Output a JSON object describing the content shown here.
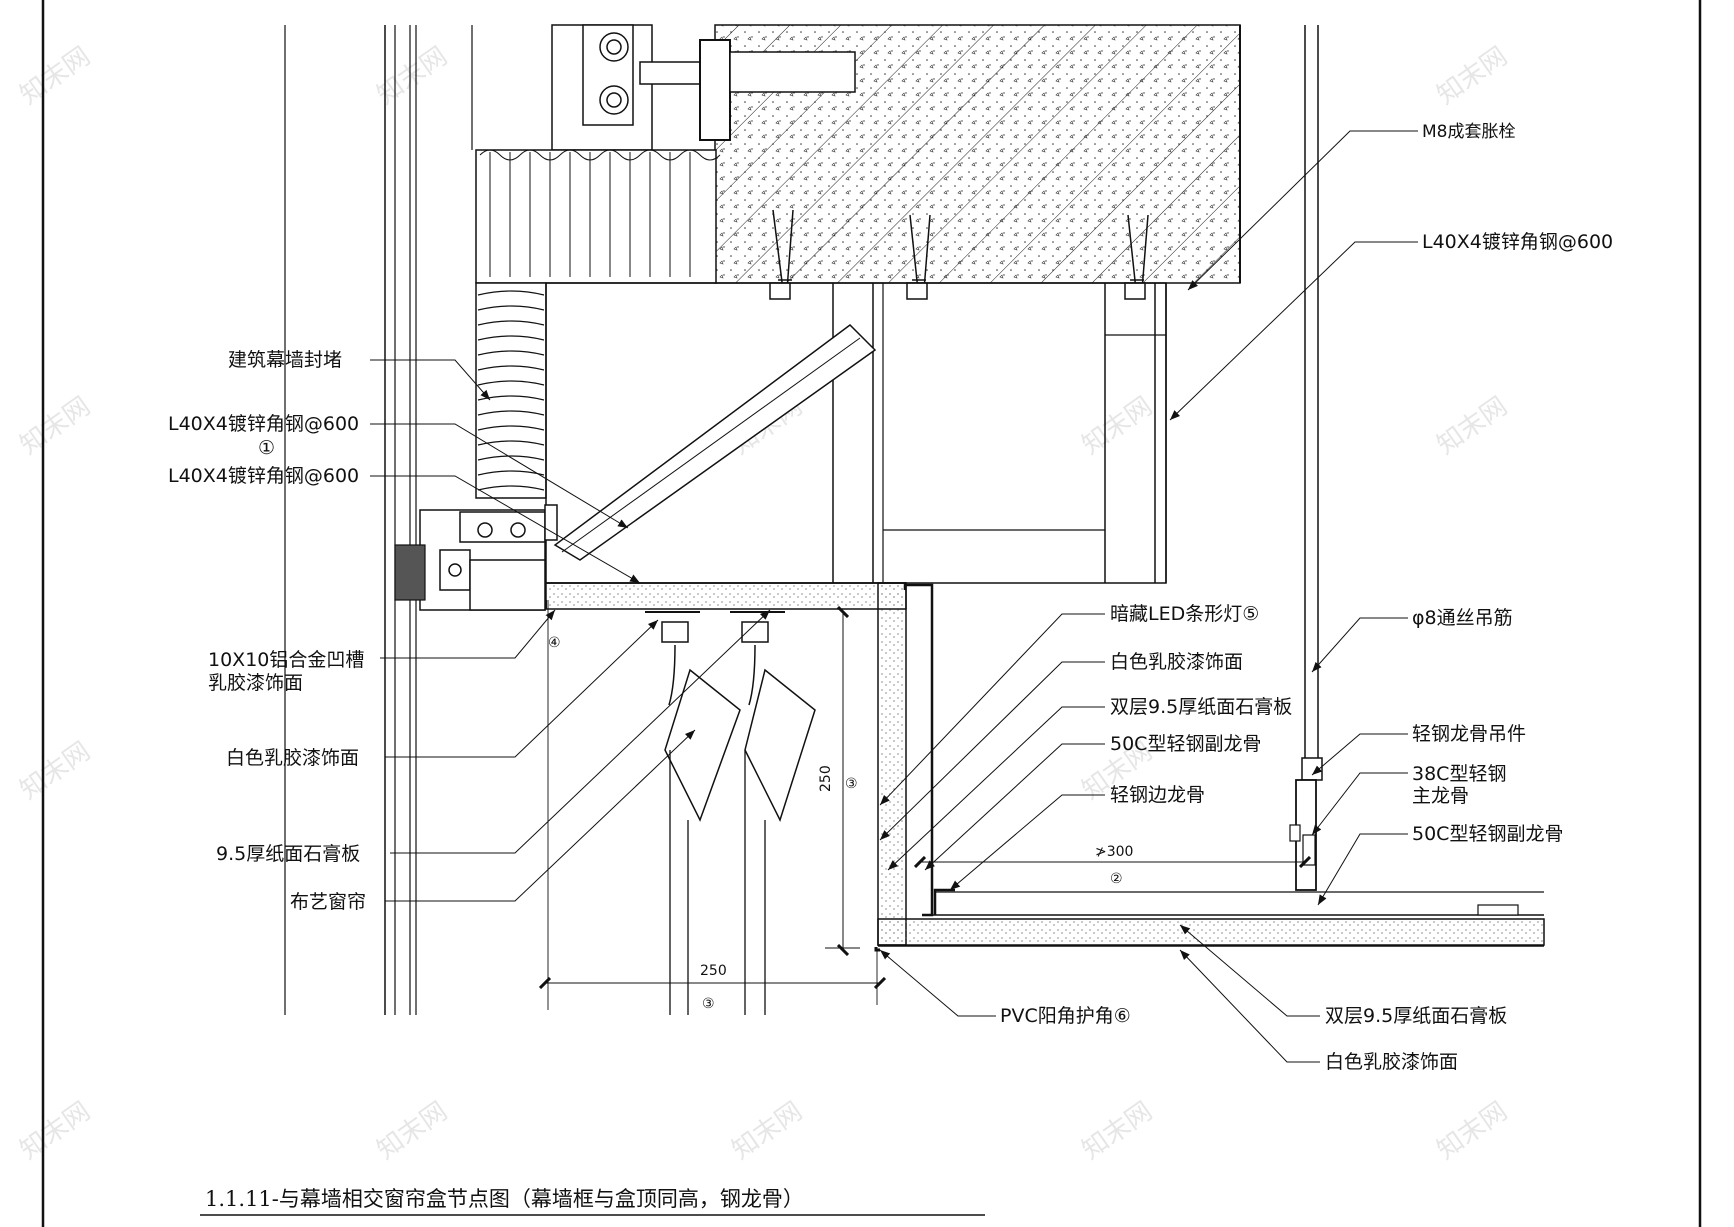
{
  "diagram": {
    "title": "1.1.11-与幕墙相交窗帘盒节点图（幕墙框与盒顶同高，钢龙骨）",
    "labels_left": {
      "seal": "建筑幕墙封堵",
      "angle_steel_1": "L40X4镀锌角钢@600",
      "angle_steel_1_ref": "①",
      "angle_steel_2": "L40X4镀锌角钢@600",
      "aluminum_groove": "10X10铝合金凹槽",
      "latex_finish_1": "乳胶漆饰面",
      "white_latex_left": "白色乳胶漆饰面",
      "gypsum_board_left": "9.5厚纸面石膏板",
      "fabric_curtain": "布艺窗帘"
    },
    "labels_right": {
      "bolt": "M8成套胀栓",
      "angle_steel_right": "L40X4镀锌角钢@600",
      "hanger_rod": "φ8通丝吊筋",
      "hanger_part": "轻钢龙骨吊件",
      "main_keel_1": "38C型轻钢",
      "main_keel_2": "主龙骨",
      "sub_keel_right": "50C型轻钢副龙骨"
    },
    "labels_mid": {
      "led": "暗藏LED条形灯⑤",
      "white_latex_mid": "白色乳胶漆饰面",
      "double_gypsum_mid": "双层9.5厚纸面石膏板",
      "sub_keel_mid": "50C型轻钢副龙骨",
      "edge_keel": "轻钢边龙骨"
    },
    "labels_bottom": {
      "pvc_corner": "PVC阳角护角⑥",
      "double_gypsum_bottom": "双层9.5厚纸面石膏板",
      "white_latex_bottom": "白色乳胶漆饰面"
    },
    "dims": {
      "width_250": "250",
      "width_ref": "③",
      "height_250": "250",
      "height_ref": "③",
      "spacing": "≯300",
      "ref_2": "②",
      "ref_4": "④"
    }
  },
  "watermark": "知末网"
}
